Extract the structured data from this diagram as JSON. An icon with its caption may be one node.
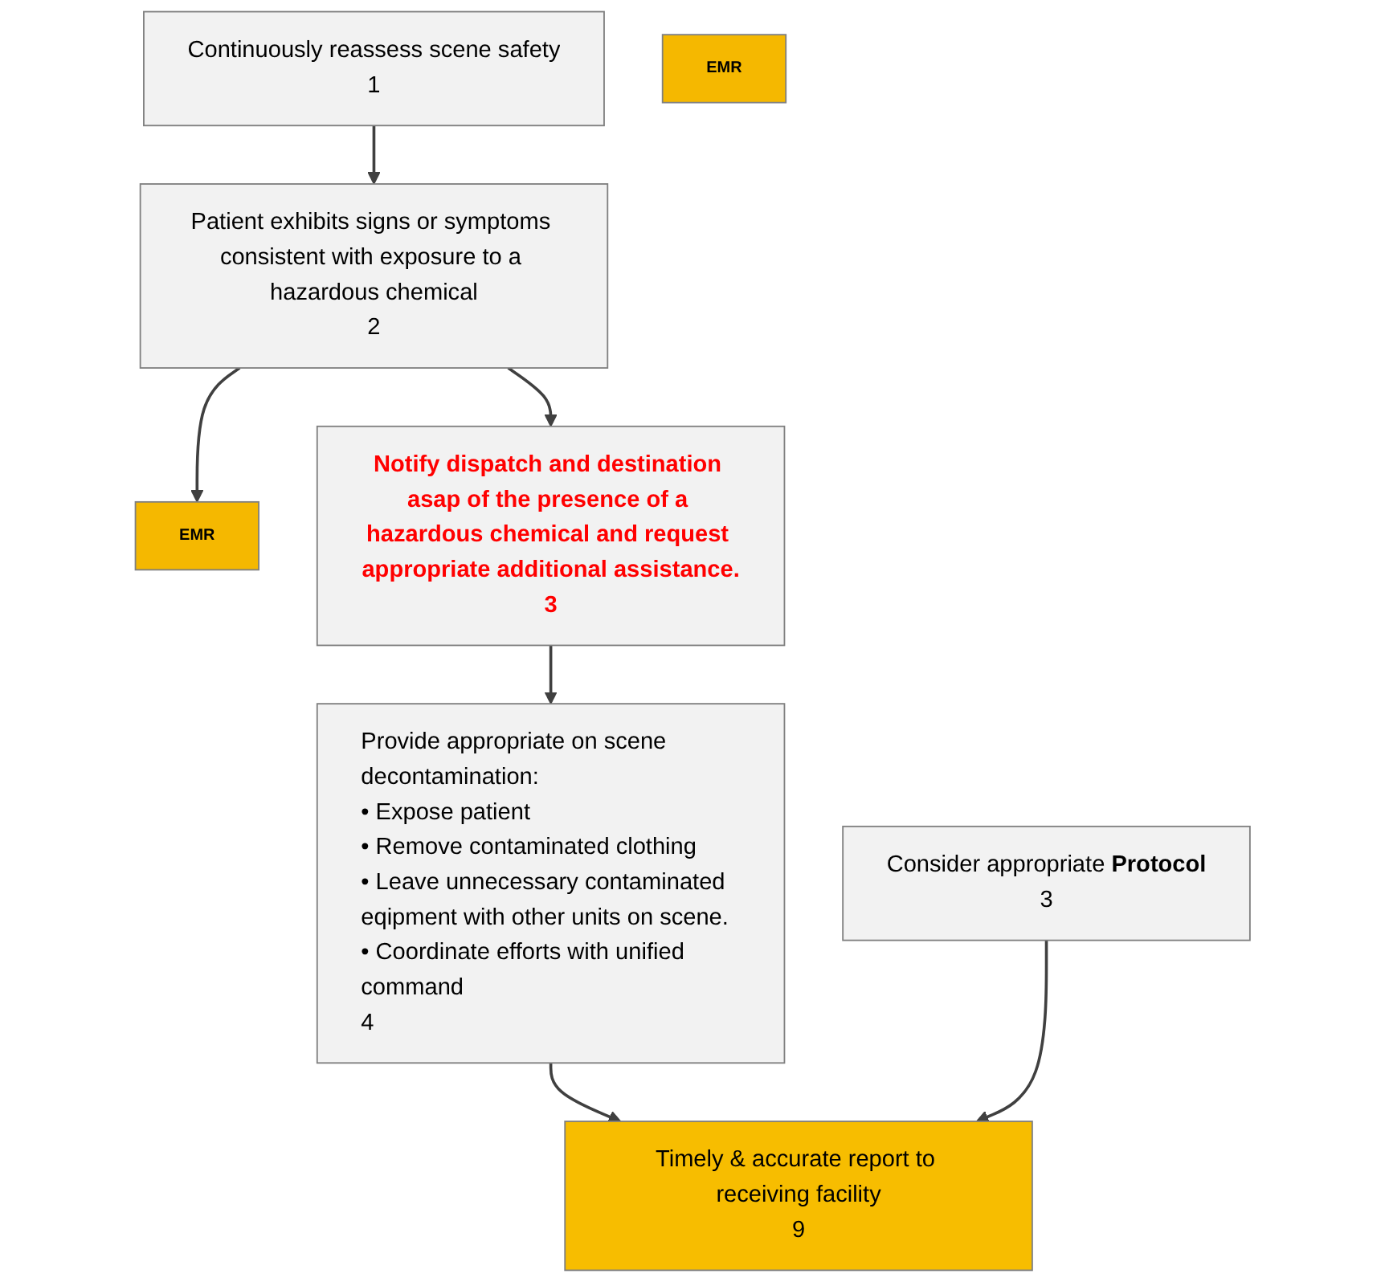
{
  "diagram": {
    "nodes": [
      {
        "text": [
          "Continuously reassess scene safety",
          "1"
        ]
      },
      {
        "text": [
          "Patient exhibits signs or symptoms consistent with exposure to a hazardous chemical",
          "2"
        ]
      },
      {
        "text": [
          "EMR"
        ]
      },
      {
        "text": [
          "Consider appropriate **Protocol**",
          "3"
        ]
      },
      {
        "text": [
          "EMR"
        ]
      },
      {
        "text": [
          "Notify dispatch and destination asap of the presence of a hazardous chemical and request appropriate additional assistance.",
          "3"
        ]
      },
      {
        "text": [
          "Provide appropriate on scene decontamination:",
          "• Expose patient",
          "• Remove contaminated clothing",
          "• Leave unnecessary contaminated eqipment with other units on scene.",
          "• Coordinate efforts with unified command",
          "4"
        ]
      },
      {
        "text": [
          "Timely & accurate report to receiving facility",
          "9"
        ]
      }
    ],
    "edges": [
      {
        "from": 0,
        "to": 1,
        "arrow": "to"
      },
      {
        "from": 1,
        "to": 2,
        "arrow": "to"
      },
      {
        "from": 1,
        "to": 5,
        "arrow": "to"
      },
      {
        "from": 5,
        "to": 6,
        "arrow": "to"
      },
      {
        "from": 6,
        "to": 7,
        "arrow": "to"
      },
      {
        "from": 3,
        "to": 7,
        "arrow": "to"
      }
    ]
  }
}
